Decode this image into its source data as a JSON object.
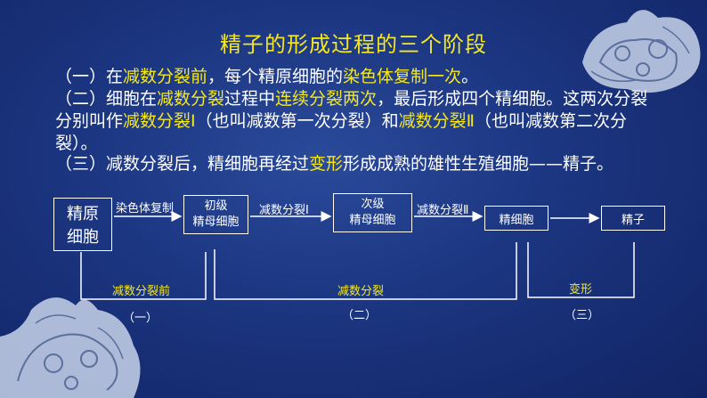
{
  "title": "精子的形成过程的三个阶段",
  "paragraphs": {
    "p1": {
      "a": "（一）在",
      "b": "减数分裂前",
      "c": "，每个精原细胞的",
      "d": "染色体复制一次",
      "e": "。"
    },
    "p2": {
      "a": "（二）细胞在",
      "b": "减数分裂",
      "c": "过程中",
      "d": "连续分裂两次",
      "e": "，最后形成四个精细胞。这两次分裂分别叫作",
      "f": "减数分裂Ⅰ",
      "g": "（也叫减数第一次分裂）和",
      "h": "减数分裂Ⅱ",
      "i": "（也叫减数第二次分裂）。"
    },
    "p3": {
      "a": "（三）减数分裂后，精细胞再经过",
      "b": "变形",
      "c": "形成成熟的雄性生殖细胞——精子。"
    }
  },
  "flow": {
    "box1": {
      "line1": "精原",
      "line2": "细胞"
    },
    "box2": {
      "line1": "初级",
      "line2": "精母细胞"
    },
    "box3": {
      "line1": "次级",
      "line2": "精母细胞"
    },
    "box4": "精细胞",
    "box5": "精子",
    "arrow1": "染色体复制",
    "arrow2": "减数分裂Ⅰ",
    "arrow3": "减数分裂Ⅱ"
  },
  "stages": {
    "s1": {
      "label": "减数分裂前",
      "num": "（一）"
    },
    "s2": {
      "label": "减数分裂",
      "num": "（二）"
    },
    "s3": {
      "label": "变形",
      "num": "（三）"
    }
  },
  "colors": {
    "background": "#1b3580",
    "highlight": "#f5e81e",
    "text": "#ffffff"
  }
}
